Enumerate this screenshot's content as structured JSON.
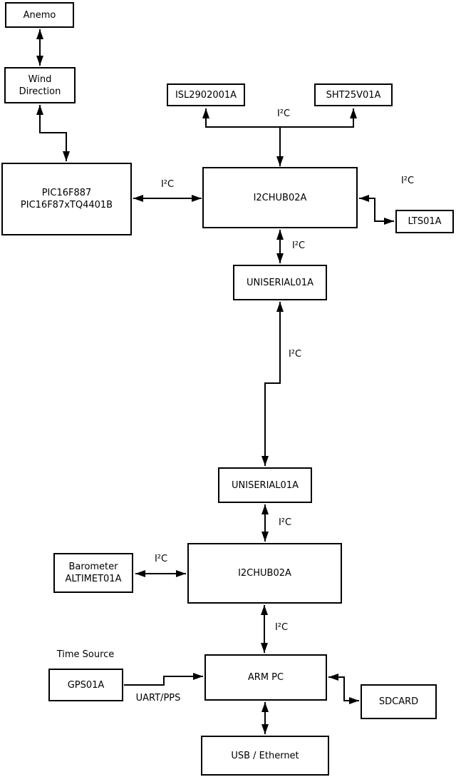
{
  "diagram": {
    "background_color": "#ffffff",
    "line_color": "#000000",
    "nodes": {
      "anemo": {
        "label": "Anemo"
      },
      "wind_direction": {
        "line1": "Wind",
        "line2": "Direction"
      },
      "pic": {
        "line1": "PIC16F887",
        "line2": "PIC16F87xTQ4401B"
      },
      "isl": {
        "label": "ISL2902001A"
      },
      "sht": {
        "label": "SHT25V01A"
      },
      "i2c_hub_top": {
        "label": "I2CHUB02A"
      },
      "lts": {
        "label": "LTS01A"
      },
      "uniserial_top": {
        "label": "UNISERIAL01A"
      },
      "uniserial_bottom": {
        "label": "UNISERIAL01A"
      },
      "i2c_hub_bottom": {
        "label": "I2CHUB02A"
      },
      "barometer": {
        "line1": "Barometer",
        "line2": "ALTIMET01A"
      },
      "gps": {
        "label": "GPS01A"
      },
      "arm_pc": {
        "label": "ARM PC"
      },
      "sdcard": {
        "label": "SDCARD"
      },
      "usb_ethernet": {
        "label": "USB / Ethernet"
      }
    },
    "edge_labels": {
      "i2c_pic_hub": "I²C",
      "i2c_sensors": "I²C",
      "i2c_lts": "I²C",
      "i2c_hub_uniserial": "I²C",
      "i2c_uniserial_link": "I²C",
      "i2c_uniserial_hub2": "I²C",
      "i2c_barometer": "I²C",
      "i2c_hub2_armpc": "I²C",
      "time_source": "Time Source",
      "uart_pps": "UART/PPS"
    }
  }
}
